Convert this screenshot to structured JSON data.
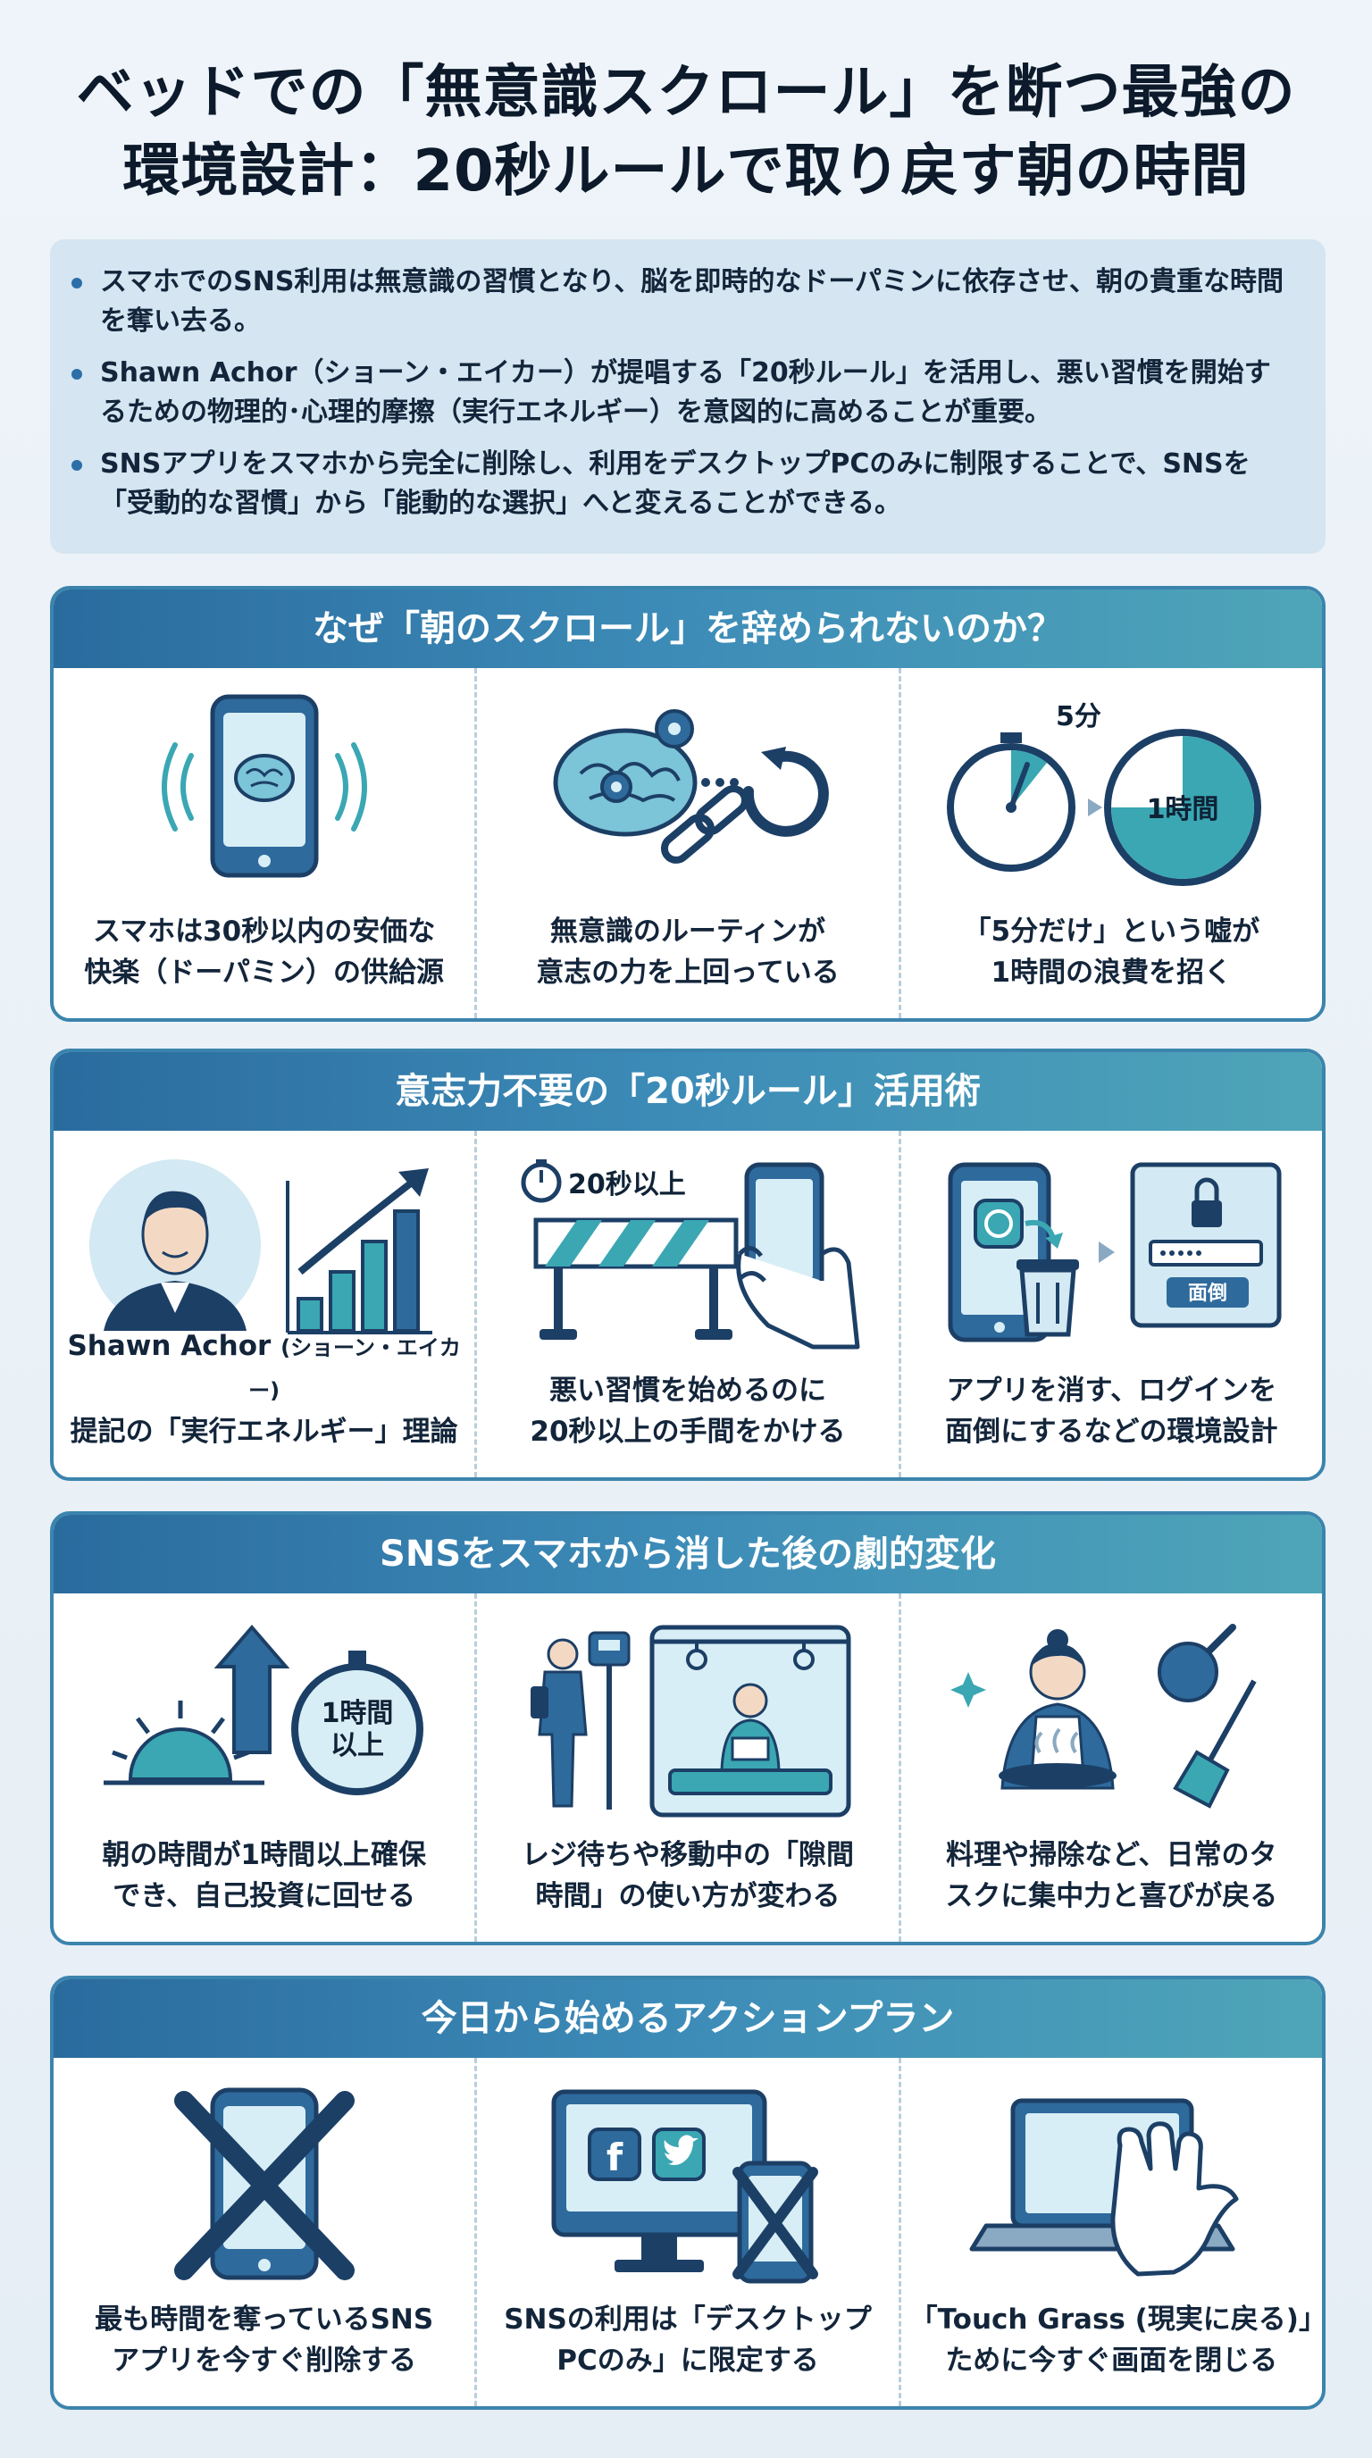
{
  "title": {
    "line1": "ベッドでの「無意識スクロール」を断つ最強の",
    "line2": "環境設計：20秒ルールで取り戻す朝の時間"
  },
  "summary": [
    "スマホでのSNS利用は無意識の習慣となり、脳を即時的なドーパミンに依存させ、朝の貴重な時間を奪い去る。",
    "Shawn Achor（ショーン・エイカー）が提唱する「20秒ルール」を活用し、悪い習慣を開始するための物理的･心理的摩擦（実行エネルギー）を意図的に高めることが重要。",
    "SNSアプリをスマホから完全に削除し、利用をデスクトップPCのみに制限することで、SNSを「受動的な習慣」から「能動的な選択」へと変えることができる。"
  ],
  "sections": [
    {
      "heading": "なぜ「朝のスクロール」を辞められないのか？",
      "items": [
        {
          "icon": "phone-brain-icon",
          "caption1": "スマホは30秒以内の安価な",
          "caption2": "快楽（ドーパミン）の供給源"
        },
        {
          "icon": "brain-chain-icon",
          "caption1": "無意識のルーティンが",
          "caption2": "意志の力を上回っている"
        },
        {
          "icon": "clocks-icon",
          "label_a": "5分",
          "label_b": "1時間",
          "caption1": "「5分だけ」という嘘が",
          "caption2": "1時間の浪費を招く"
        }
      ]
    },
    {
      "heading": "意志力不要の「20秒ルール」活用術",
      "items": [
        {
          "icon": "person-chart-icon",
          "caption1a": "Shawn Achor",
          "caption1b": "(ショーン・エイカー)",
          "caption2": "提記の「実行エネルギー」理論"
        },
        {
          "icon": "barrier-phone-icon",
          "label_a": "20秒以上",
          "caption1": "悪い習慣を始めるのに",
          "caption2": "20秒以上の手間をかける"
        },
        {
          "icon": "delete-login-icon",
          "label_a": "面倒",
          "caption1": "アプリを消す、ログインを",
          "caption2": "面倒にするなどの環境設計"
        }
      ]
    },
    {
      "heading": "SNSをスマホから消した後の劇的変化",
      "items": [
        {
          "icon": "sunrise-clock-icon",
          "label_a": "1時間",
          "label_b": "以上",
          "caption1": "朝の時間が1時間以上確保",
          "caption2": "でき、自己投資に回せる"
        },
        {
          "icon": "commute-icon",
          "caption1": "レジ待ちや移動中の「隙間",
          "caption2": "時間」の使い方が変わる"
        },
        {
          "icon": "cooking-cleaning-icon",
          "caption1": "料理や掃除など、日常のタ",
          "caption2": "スクに集中力と喜びが戻る"
        }
      ]
    },
    {
      "heading": "今日から始めるアクションプラン",
      "items": [
        {
          "icon": "crossed-phone-icon",
          "caption1": "最も時間を奪っているSNS",
          "caption2": "アプリを今すぐ削除する"
        },
        {
          "icon": "desktop-sns-icon",
          "caption1": "SNSの利用は「デスクトップ",
          "caption2": "PCのみ」に限定する"
        },
        {
          "icon": "laptop-close-icon",
          "caption1": "「Touch Grass (現実に戻る)」",
          "caption2": "ために今すぐ画面を閉じる"
        }
      ]
    }
  ],
  "colors": {
    "accent": "#2a6b9e",
    "teal": "#3aa7b3",
    "navy": "#1c3f66",
    "light": "#d5e5f1"
  }
}
